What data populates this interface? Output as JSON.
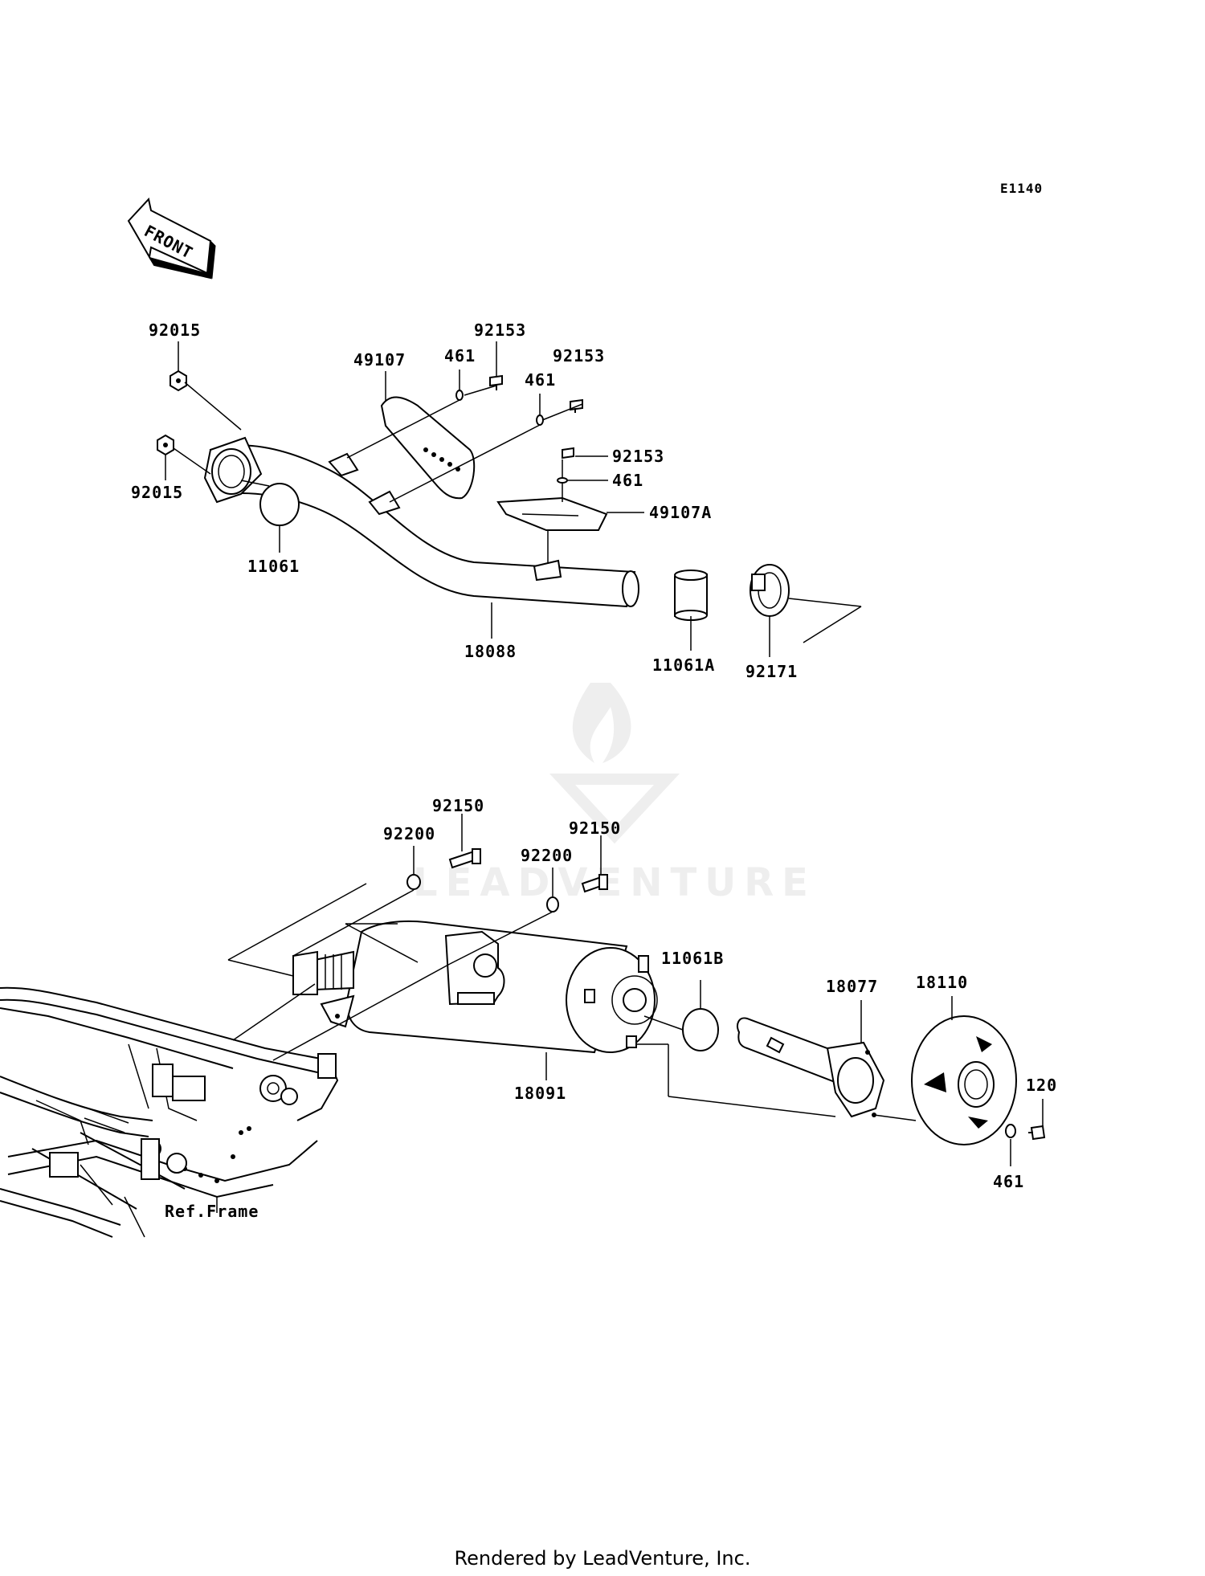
{
  "diagram_code": "E1140",
  "front_label": "FRONT",
  "watermark": "LEADVENTURE",
  "footer": "Rendered by LeadVenture, Inc.",
  "ref_label": "Ref.Frame",
  "parts": {
    "p92015_top": "92015",
    "p92015_bottom": "92015",
    "p11061": "11061",
    "p49107": "49107",
    "p461_a": "461",
    "p461_b": "461",
    "p461_c": "461",
    "p92153_a": "92153",
    "p92153_b": "92153",
    "p92153_c": "92153",
    "p49107A": "49107A",
    "p18088": "18088",
    "p11061A": "11061A",
    "p92171": "92171",
    "p92150_a": "92150",
    "p92150_b": "92150",
    "p92200_a": "92200",
    "p92200_b": "92200",
    "p11061B": "11061B",
    "p18077": "18077",
    "p18110": "18110",
    "p18091": "18091",
    "p120": "120",
    "p461_d": "461"
  }
}
